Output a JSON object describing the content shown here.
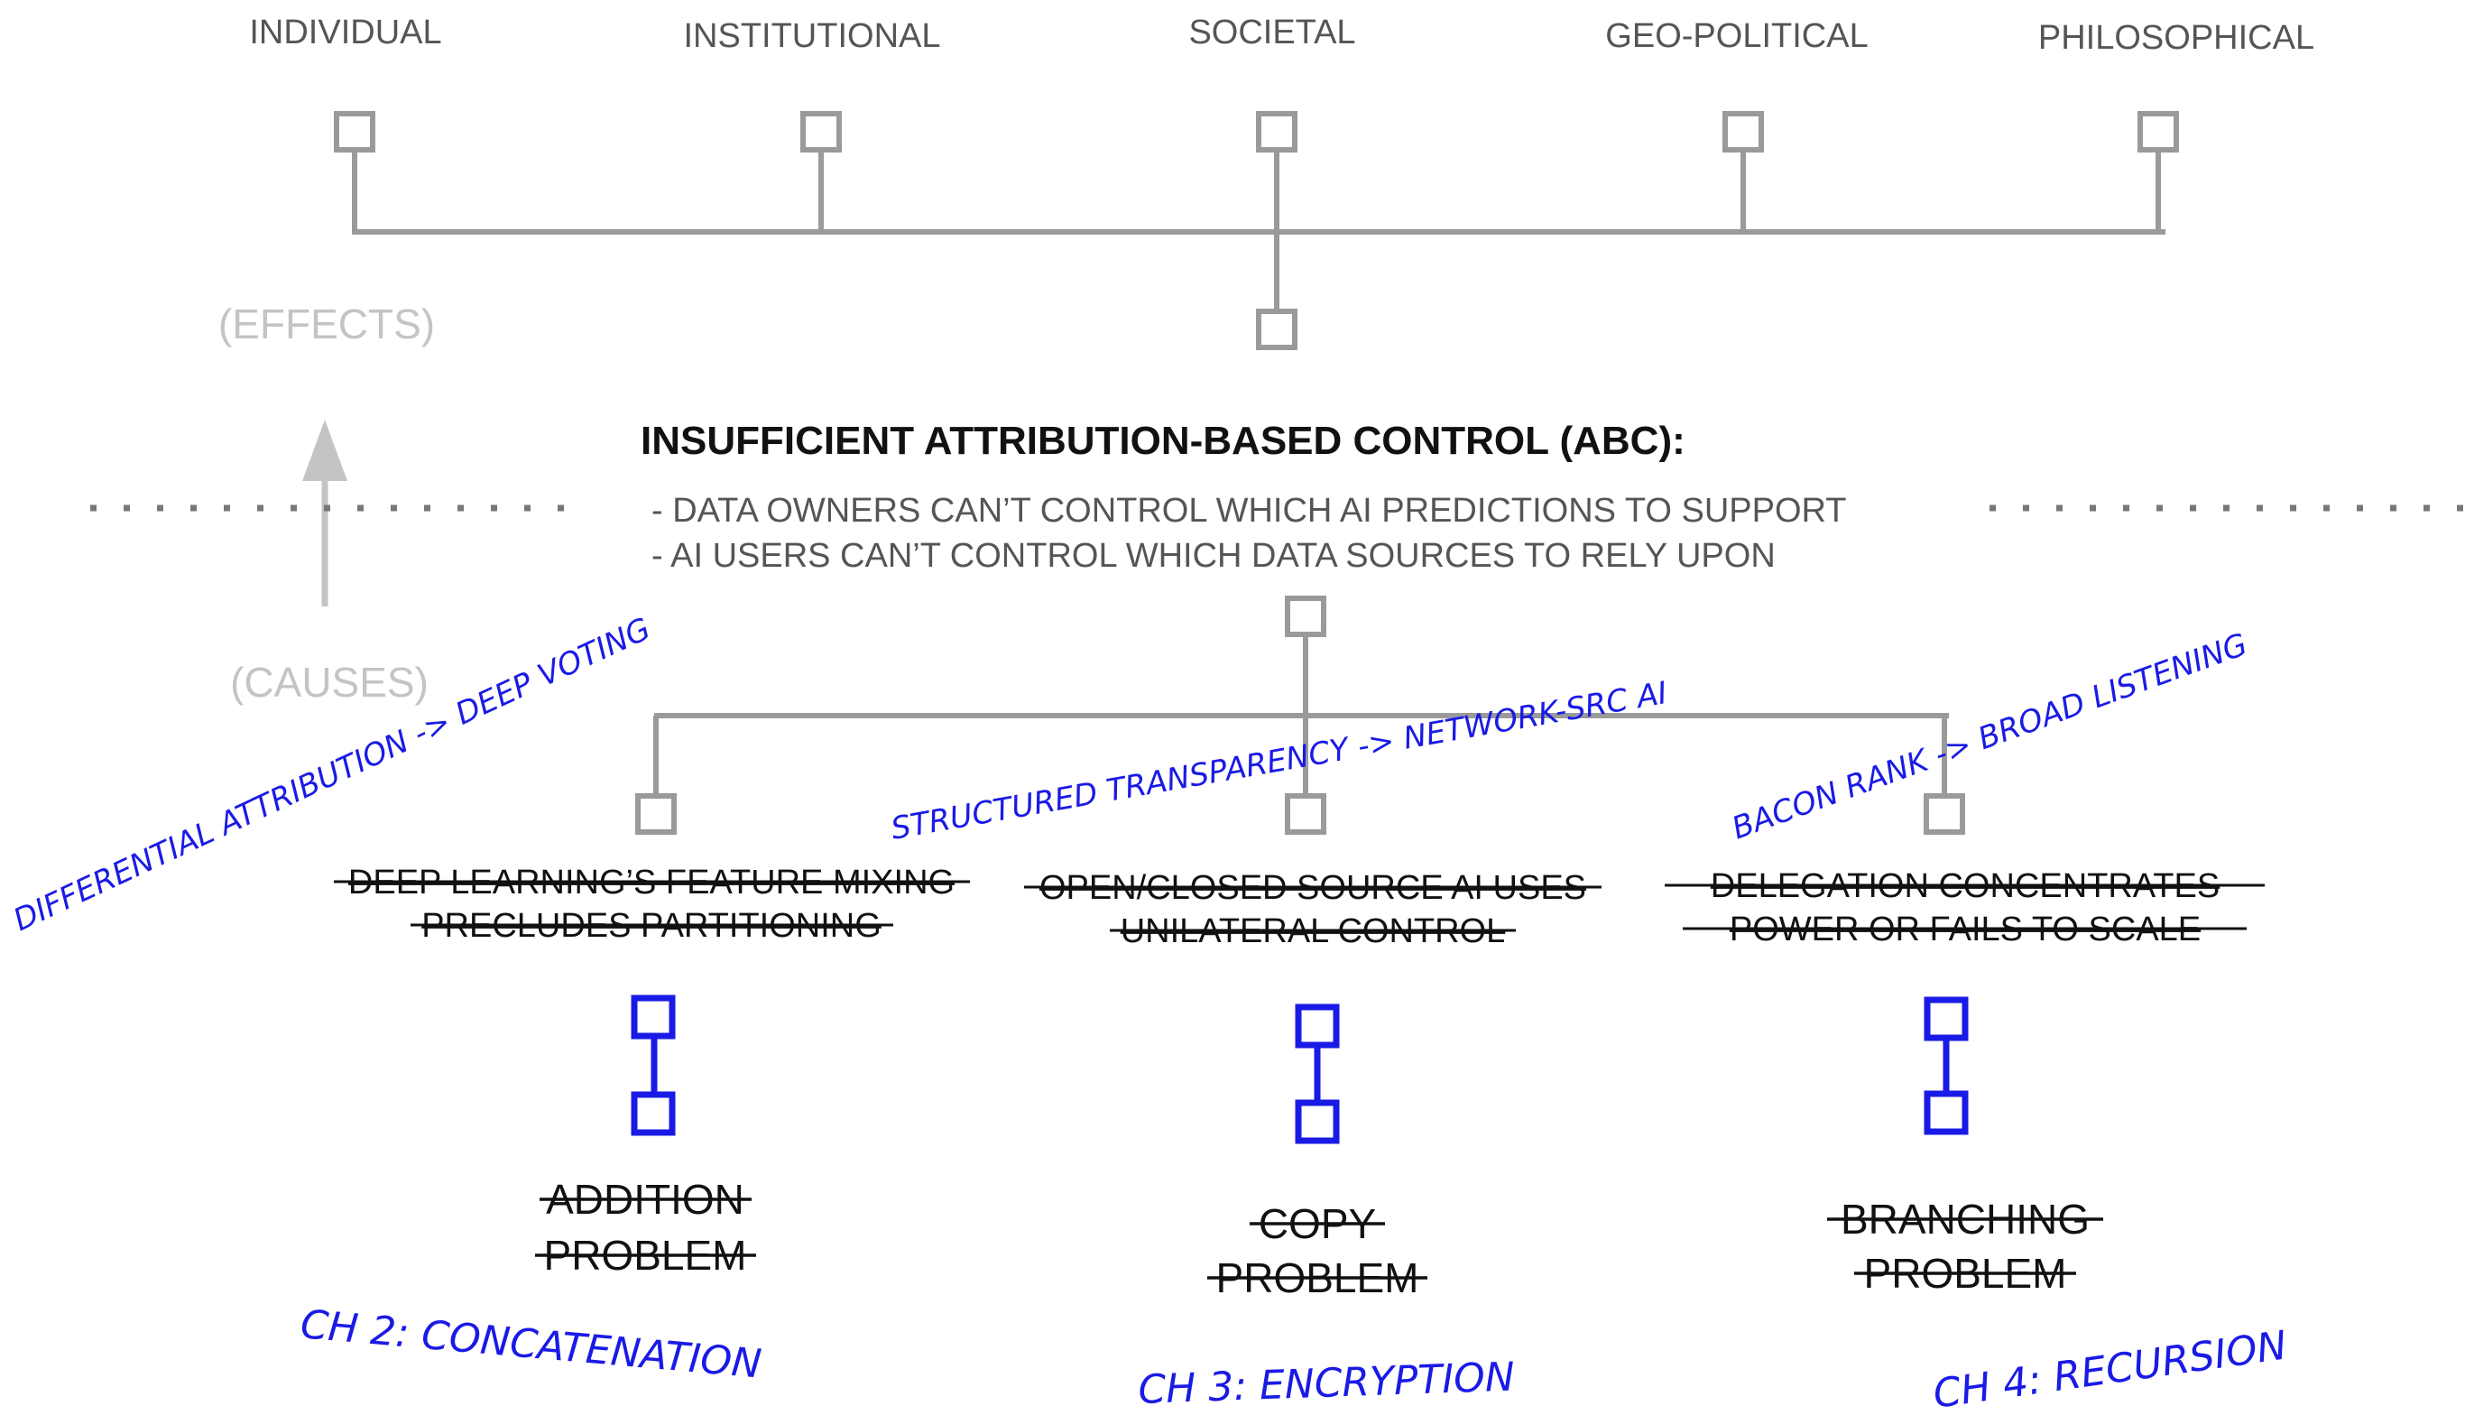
{
  "effects": {
    "categories": [
      "INDIVIDUAL",
      "INSTITUTIONAL",
      "SOCIETAL",
      "GEO-POLITICAL",
      "PHILOSOPHICAL"
    ],
    "label": "(EFFECTS)"
  },
  "causes_label": "(CAUSES)",
  "core": {
    "title": "INSUFFICIENT ATTRIBUTION-BASED CONTROL (ABC):",
    "lines": [
      "- DATA OWNERS CAN’T CONTROL WHICH AI PREDICTIONS TO SUPPORT",
      "- AI USERS CAN’T CONTROL WHICH DATA SOURCES TO RELY UPON"
    ]
  },
  "causes": [
    {
      "text": [
        "DEEP LEARNING’S FEATURE MIXING",
        "PRECLUDES PARTITIONING"
      ],
      "annotation": "DIFFERENTIAL ATTRIBUTION -> DEEP VOTING",
      "problem": [
        "ADDITION",
        "PROBLEM"
      ],
      "chapter": "CH 2: CONCATENATION"
    },
    {
      "text": [
        "OPEN/CLOSED SOURCE AI USES",
        "UNILATERAL CONTROL"
      ],
      "annotation": "STRUCTURED TRANSPARENCY -> NETWORK-SRC AI",
      "problem": [
        "COPY",
        "PROBLEM"
      ],
      "chapter": "CH 3: ENCRYPTION"
    },
    {
      "text": [
        "DELEGATION CONCENTRATES",
        "POWER OR FAILS TO SCALE"
      ],
      "annotation": "BACON RANK -> BROAD LISTENING",
      "problem": [
        "BRANCHING",
        "PROBLEM"
      ],
      "chapter": "CH 4: RECURSION"
    }
  ],
  "colors": {
    "gray_line": "#9a9a9a",
    "label_gray": "#555555",
    "faded_gray": "#c4c4c4",
    "blue": "#1a1ae6",
    "black": "#111111"
  }
}
